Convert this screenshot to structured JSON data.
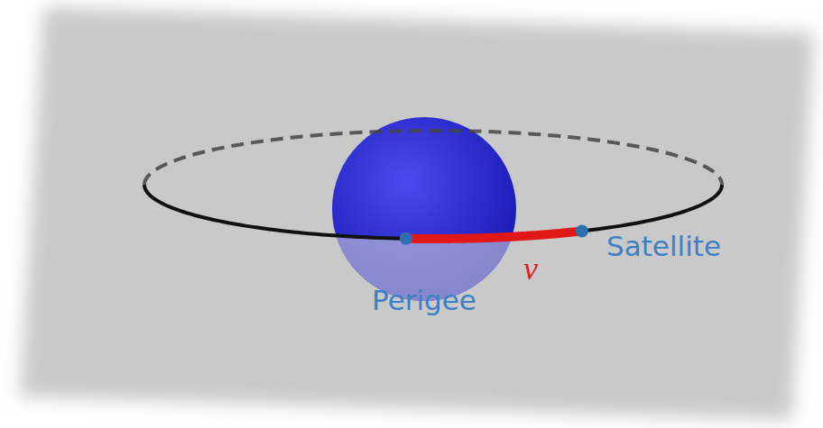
{
  "diagram": {
    "labels": [
      "Perigee",
      "Satellite",
      "ν"
    ]
  }
}
